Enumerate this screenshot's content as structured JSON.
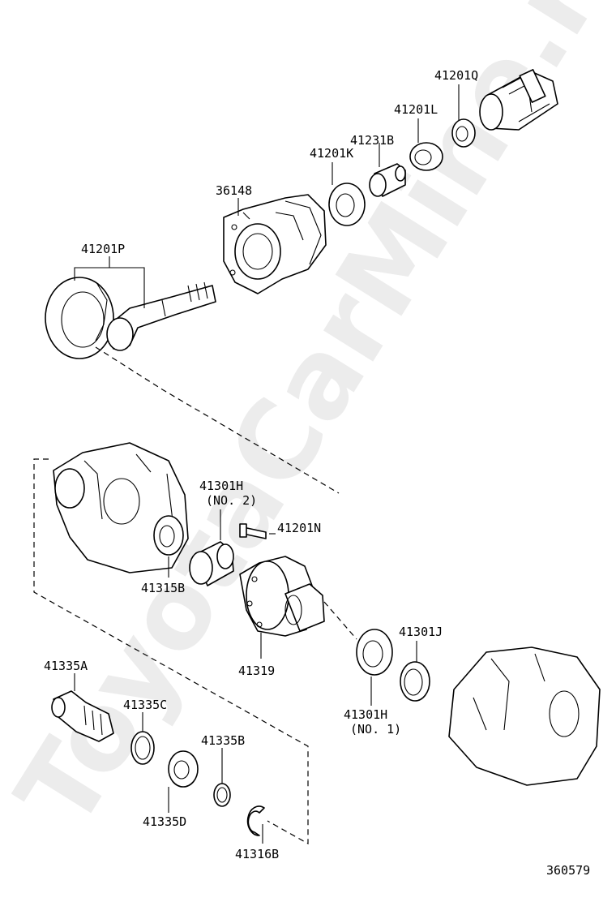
{
  "watermark": "ToyotaCarMine.ru",
  "diagram_number": "360579",
  "parts": {
    "p41201Q": "41201Q",
    "p41201L": "41201L",
    "p41231B": "41231B",
    "p41201K": "41201K",
    "p36148": "36148",
    "p41201P": "41201P",
    "p41301H_no2_code": "41301H",
    "p41301H_no2_note": "(NO. 2)",
    "p41201N": "41201N",
    "p41315B": "41315B",
    "p41319": "41319",
    "p41301J": "41301J",
    "p41301H_no1_code": "41301H",
    "p41301H_no1_note": "(NO. 1)",
    "p41335A": "41335A",
    "p41335C": "41335C",
    "p41335B": "41335B",
    "p41335D": "41335D",
    "p41316B": "41316B"
  }
}
